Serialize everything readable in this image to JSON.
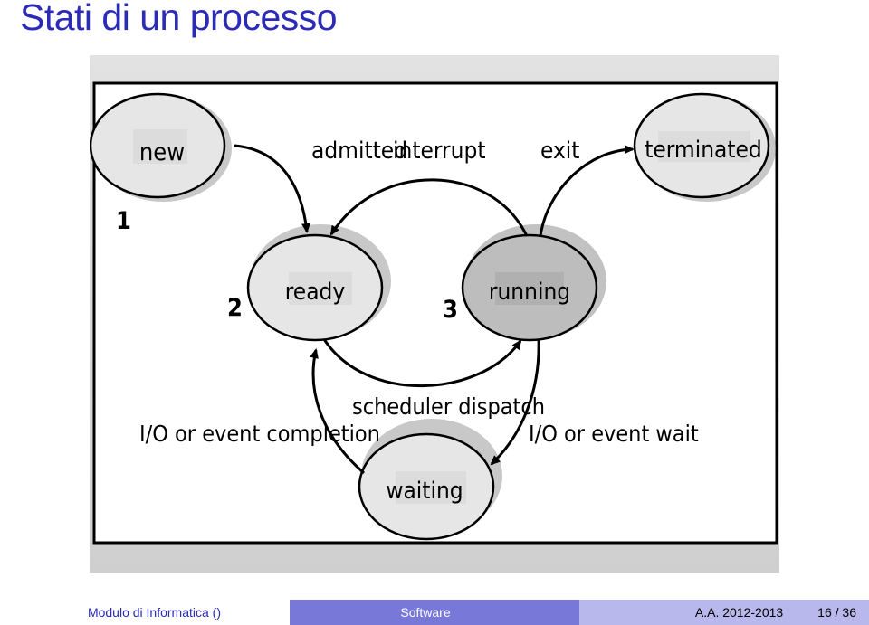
{
  "slide": {
    "title": "Stati di un processo"
  },
  "diagram": {
    "states": {
      "new": "new",
      "ready": "ready",
      "running": "running",
      "waiting": "waiting",
      "terminated": "terminated"
    },
    "transitions": {
      "admitted": "admitted",
      "interrupt": "interrupt",
      "exit": "exit",
      "scheduler_dispatch": "scheduler dispatch",
      "io_event_wait": "I/O or event wait",
      "io_event_completion": "I/O or event completion"
    },
    "markers": {
      "m1": "1",
      "m2": "2",
      "m3": "3"
    }
  },
  "footer": {
    "left": "Modulo di Informatica ()",
    "center": "Software",
    "date": "A.A. 2012-2013",
    "page": "16 / 36"
  },
  "colors": {
    "title": "#2b2bb8",
    "footer_mid": "#7878d8",
    "footer_right": "#b8b8ec",
    "state_fill": "#e6e6e6",
    "running_fill": "#bdbdbd"
  }
}
